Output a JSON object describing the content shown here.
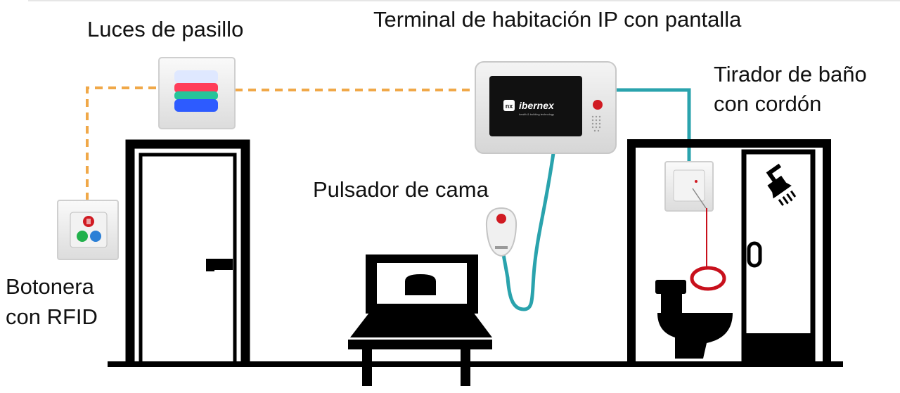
{
  "labels": {
    "terminal": "Terminal de habitación IP con pantalla",
    "hall_lights": "Luces de pasillo",
    "bathroom_pull_line1": "Tirador de baño",
    "bathroom_pull_line2": "con cordón",
    "bed_button": "Pulsador de cama",
    "keypad_line1": "Botonera",
    "keypad_line2": "con RFID"
  },
  "terminal_brand": {
    "name": "ibernex",
    "badge": "nx",
    "tagline": "health & building technology"
  },
  "colors": {
    "wired_link": "#2aa3ad",
    "wireless_link": "#f0a848",
    "silhouette": "#000000",
    "hall_light_white": "#dfe8ff",
    "hall_light_red": "#ff3d5a",
    "hall_light_green": "#27c49a",
    "hall_light_blue": "#2d5bff",
    "call_button_red": "#d01a22",
    "keypad_green": "#22b14c",
    "keypad_blue": "#2b7fd6",
    "pull_cord_red": "#c8101c"
  },
  "icons": {
    "shower": "shower-icon",
    "toilet": "toilet-icon",
    "bed": "bed-icon",
    "door": "door-icon"
  }
}
